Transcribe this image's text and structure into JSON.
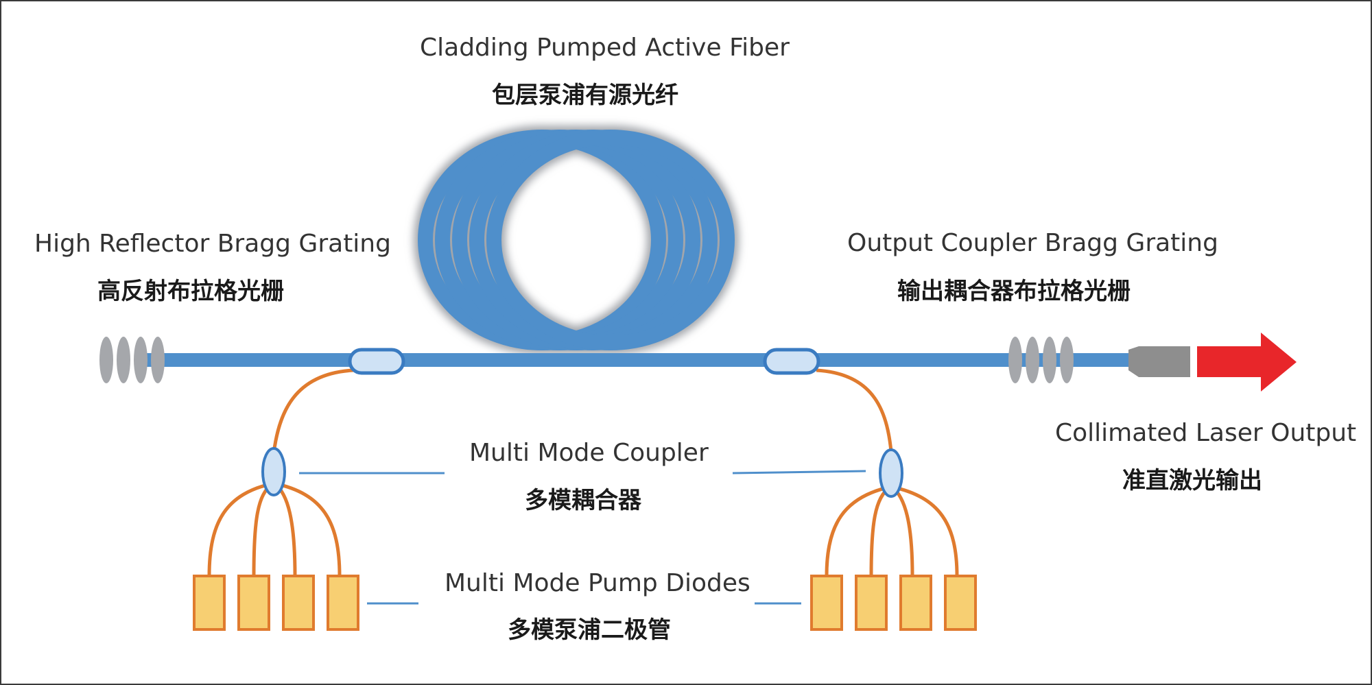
{
  "labels": {
    "active_fiber": {
      "en": "Cladding Pumped Active Fiber",
      "cn": "包层泵浦有源光纤"
    },
    "high_reflector": {
      "en": "High Reflector Bragg Grating",
      "cn": "高反射布拉格光栅"
    },
    "output_coupler": {
      "en": "Output Coupler Bragg Grating",
      "cn": "输出耦合器布拉格光栅"
    },
    "collimated_output": {
      "en": "Collimated Laser Output",
      "cn": "准直激光输出"
    },
    "mm_coupler": {
      "en": "Multi  Mode Coupler",
      "cn": "多模耦合器"
    },
    "pump_diodes": {
      "en": "Multi  Mode Pump Diodes",
      "cn": "多模泵浦二极管"
    }
  },
  "colors": {
    "fiber": "#4f8fcb",
    "fiber_halo": "#a3a6ab",
    "grating": "#a5a7ab",
    "pump_lead": "#e07b2e",
    "diode_fill": "#f7cf72",
    "diode_border": "#e07b2e",
    "laser_arrow": "#e8262a",
    "collimator": "#8e8e8e",
    "coupler_fill": "#cfe2f5"
  },
  "icons": {
    "pump_diode": "rectangle",
    "coupler": "ellipse",
    "laser_output": "arrow-right"
  }
}
